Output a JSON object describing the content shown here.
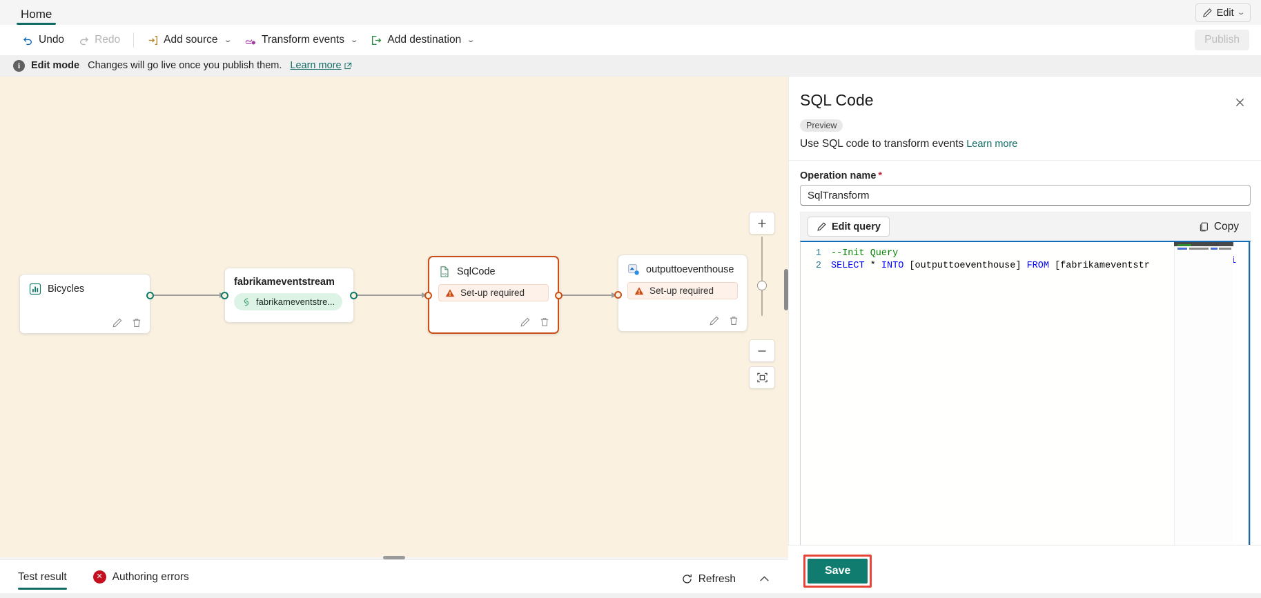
{
  "ribbon": {
    "tab_label": "Home",
    "edit_button": "Edit"
  },
  "toolbar": {
    "undo_label": "Undo",
    "redo_label": "Redo",
    "add_source_label": "Add source",
    "transform_events_label": "Transform events",
    "add_destination_label": "Add destination",
    "publish_label": "Publish"
  },
  "banner": {
    "mode": "Edit mode",
    "message": "Changes will go live once you publish them.",
    "link": "Learn more"
  },
  "canvas": {
    "nodes": [
      {
        "id": "bicycles",
        "title": "Bicycles",
        "icon": "chart-icon",
        "status": ""
      },
      {
        "id": "fabrikameventstream",
        "title": "fabrikameventstream",
        "icon": "eventstream-icon",
        "pill": "fabrikameventstre..."
      },
      {
        "id": "sqlcode",
        "title": "SqlCode",
        "icon": "sql-file-icon",
        "status": "Set-up required"
      },
      {
        "id": "outputtoeventhouse",
        "title": "outputtoeventhouse",
        "icon": "eventhouse-icon",
        "status": "Set-up required"
      }
    ],
    "edit_action": "edit",
    "delete_action": "delete",
    "zoom_in": "+",
    "zoom_out": "−"
  },
  "bottom": {
    "test_result_tab": "Test result",
    "authoring_errors_tab": "Authoring errors",
    "refresh_label": "Refresh"
  },
  "panel": {
    "title": "SQL Code",
    "badge": "Preview",
    "subtitle": "Use SQL code to transform events",
    "subtitle_link": "Learn more",
    "operation_name_label": "Operation name",
    "operation_name_required": "*",
    "operation_name_value": "SqlTransform",
    "edit_query_label": "Edit query",
    "copy_label": "Copy",
    "save_label": "Save",
    "editor": {
      "lines": [
        {
          "number": "1",
          "tokens": [
            {
              "text": "--Init Query",
              "kind": "comment"
            }
          ]
        },
        {
          "number": "2",
          "tokens": [
            {
              "text": "SELECT",
              "kind": "kw"
            },
            {
              "text": " * ",
              "kind": "plain"
            },
            {
              "text": "INTO",
              "kind": "kw"
            },
            {
              "text": " [outputtoeventhouse] ",
              "kind": "plain"
            },
            {
              "text": "FROM",
              "kind": "kw"
            },
            {
              "text": " [fabrikameventstr",
              "kind": "plain"
            }
          ]
        }
      ]
    }
  },
  "colors": {
    "accent_teal": "#0f6b63",
    "save_green": "#107c6f",
    "highlight_red": "#e8443a",
    "canvas_bg": "#faf1e0",
    "warning_orange": "#c94f17",
    "error_red": "#c50f1f"
  }
}
